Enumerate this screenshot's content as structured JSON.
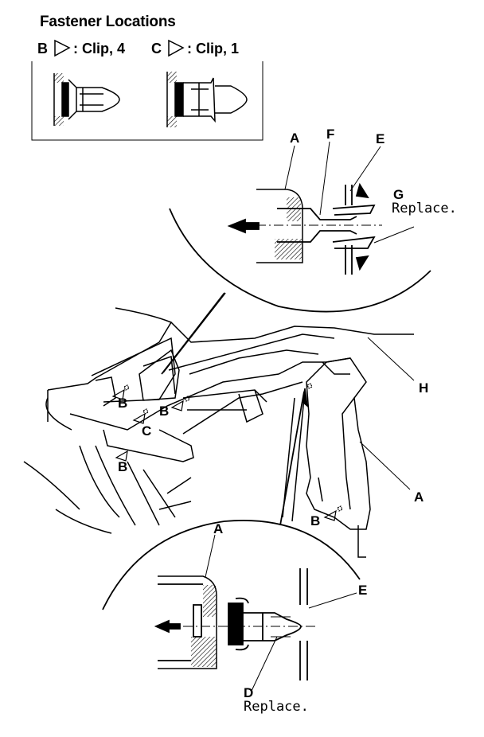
{
  "title": "Fastener Locations",
  "legend": [
    {
      "letter": "B",
      "text": ": Clip, 4"
    },
    {
      "letter": "C",
      "text": ": Clip, 1"
    }
  ],
  "labels": {
    "A_top": "A",
    "F": "F",
    "E_top": "E",
    "G": "G",
    "G_note": "Replace.",
    "H": "H",
    "A_right": "A",
    "B1": "B",
    "B2": "B",
    "B3": "B",
    "B4": "B",
    "C1": "C",
    "A_bottom": "A",
    "E_bottom": "E",
    "D": "D",
    "D_note": "Replace."
  }
}
